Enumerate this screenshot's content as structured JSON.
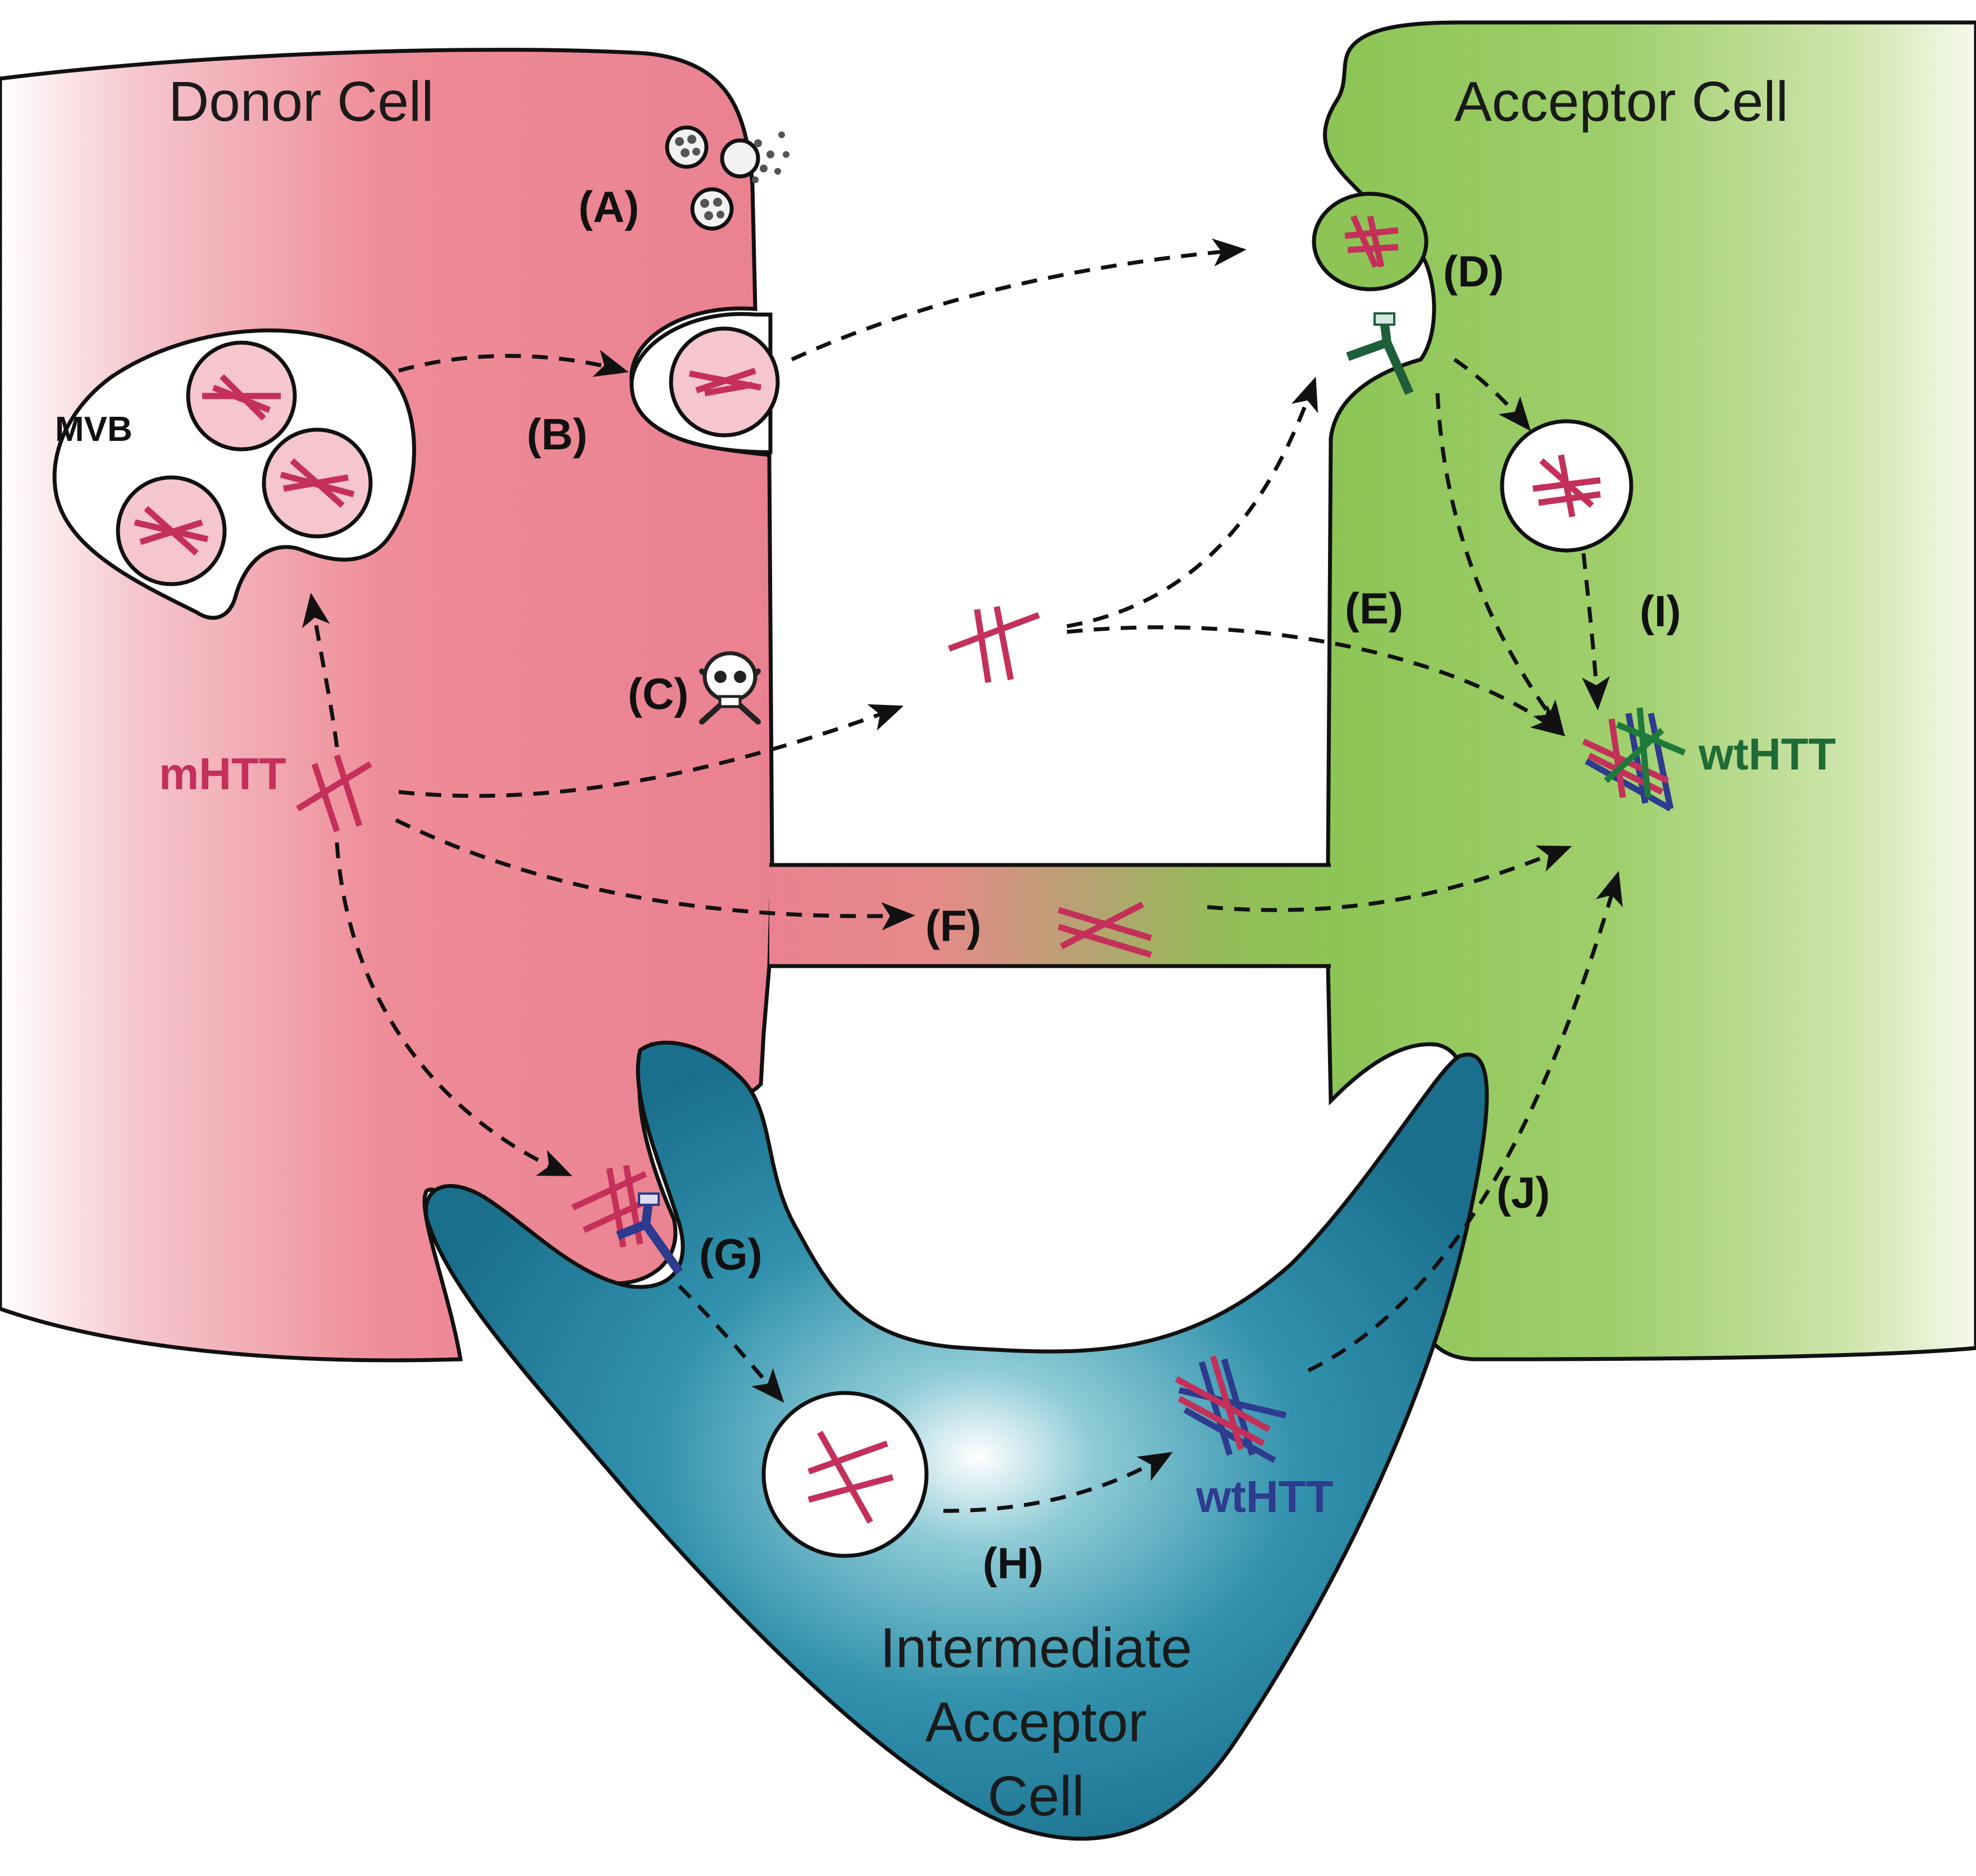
{
  "cells": {
    "donor": "Donor Cell",
    "acceptor": "Acceptor Cell",
    "intermediate": [
      "Intermediate",
      "Acceptor",
      "Cell"
    ]
  },
  "labels": {
    "mvb": "MVB",
    "mhtt": "mHTT",
    "wthtt_green": "wtHTT",
    "wthtt_blue": "wtHTT"
  },
  "steps": {
    "a": "(A)",
    "b": "(B)",
    "c": "(C)",
    "d": "(D)",
    "e": "(E)",
    "f": "(F)",
    "g": "(G)",
    "h": "(H)",
    "i": "(I)",
    "j": "(J)"
  },
  "colors": {
    "donor": "#ec8a96",
    "acceptor": "#8cc455",
    "intermediate": "#1f7f9e",
    "mhtt": "#c4305a",
    "wthtt_acceptor": "#1f7a3a",
    "wthtt_intermediate": "#2e3b8e"
  },
  "icons": [
    "skull-crossbones-icon"
  ]
}
